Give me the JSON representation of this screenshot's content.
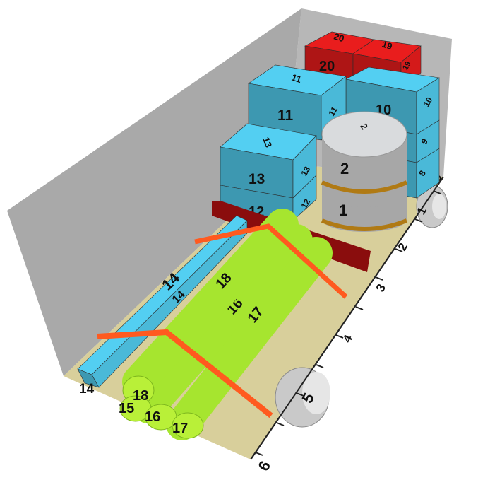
{
  "colors": {
    "wall": "#a9a9a9",
    "floor": "#d8cf9b",
    "box_blue": "#4ab9d8",
    "box_red": "#d41a1a",
    "cylinder_green": "#a6e52f",
    "barrel_gray": "#a7a7a7",
    "barrel_band": "#b07a14",
    "strap": "#ff5a1f",
    "beam": "#8a0d0d",
    "wheel": "#c9c9c9"
  },
  "scale": {
    "ticks": [
      "0",
      "1",
      "2",
      "3",
      "4",
      "5",
      "6"
    ]
  },
  "boxes": [
    {
      "id": "box-20",
      "front": "20",
      "top": "20"
    },
    {
      "id": "box-19",
      "front": "19",
      "top": "19",
      "side": "19"
    },
    {
      "id": "box-11",
      "front": "11",
      "top": "11",
      "side": "11"
    },
    {
      "id": "box-10",
      "front": "10",
      "side": "10"
    },
    {
      "id": "box-9",
      "side": "9"
    },
    {
      "id": "box-8",
      "side": "8"
    },
    {
      "id": "box-13",
      "front": "13",
      "top": "13",
      "side": "13"
    },
    {
      "id": "box-12",
      "front": "12",
      "side": "12"
    },
    {
      "id": "box-14",
      "top": "14",
      "side": "14",
      "end": "14"
    }
  ],
  "barrels": [
    {
      "id": "barrel-1",
      "label": "1"
    },
    {
      "id": "barrel-2",
      "label": "2",
      "top": "2"
    }
  ],
  "cylinders": [
    {
      "id": "cyl-18",
      "label": "18",
      "end": "18"
    },
    {
      "id": "cyl-16",
      "label": "16",
      "end": "16"
    },
    {
      "id": "cyl-17",
      "label": "17",
      "end": "17"
    },
    {
      "id": "cyl-15",
      "end": "15"
    }
  ]
}
